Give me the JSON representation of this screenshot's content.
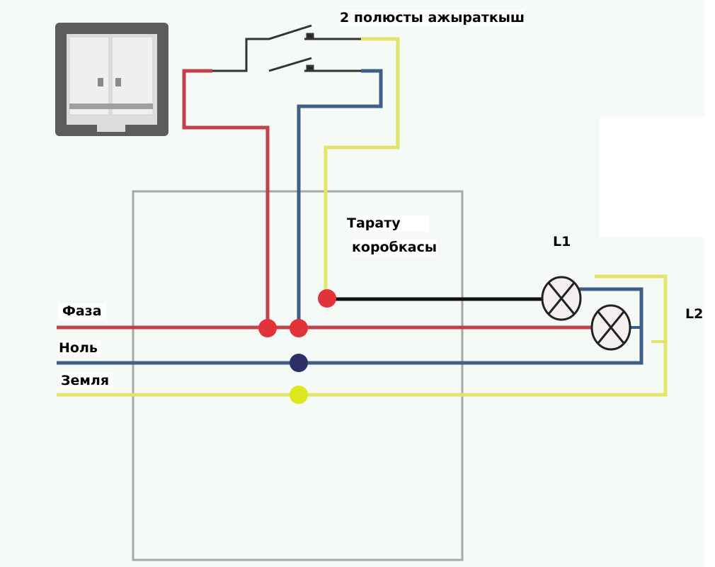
{
  "diagram": {
    "title": "2 полюсты ажыраткыш",
    "junction_box_label_line1": "Тарату",
    "junction_box_label_line2": "коробкасы",
    "lamps": [
      {
        "id": "L1",
        "label": "L1"
      },
      {
        "id": "L2",
        "label": "L2"
      }
    ],
    "lines": [
      {
        "id": "phase",
        "label": "Фаза",
        "color": "#c0424b"
      },
      {
        "id": "neutral",
        "label": "Ноль",
        "color": "#3f5f86"
      },
      {
        "id": "ground",
        "label": "Земля",
        "color": "#e2e56a"
      }
    ],
    "switch_wire_color": "#1a1a1a",
    "connections": [
      {
        "from": "phase",
        "to": "switch input"
      },
      {
        "from": "switch output 1",
        "to": "L1"
      },
      {
        "from": "switch output 2",
        "to": "L2"
      },
      {
        "from": "neutral",
        "to": "L1, L2"
      },
      {
        "from": "ground",
        "to": "L1, L2"
      }
    ]
  }
}
